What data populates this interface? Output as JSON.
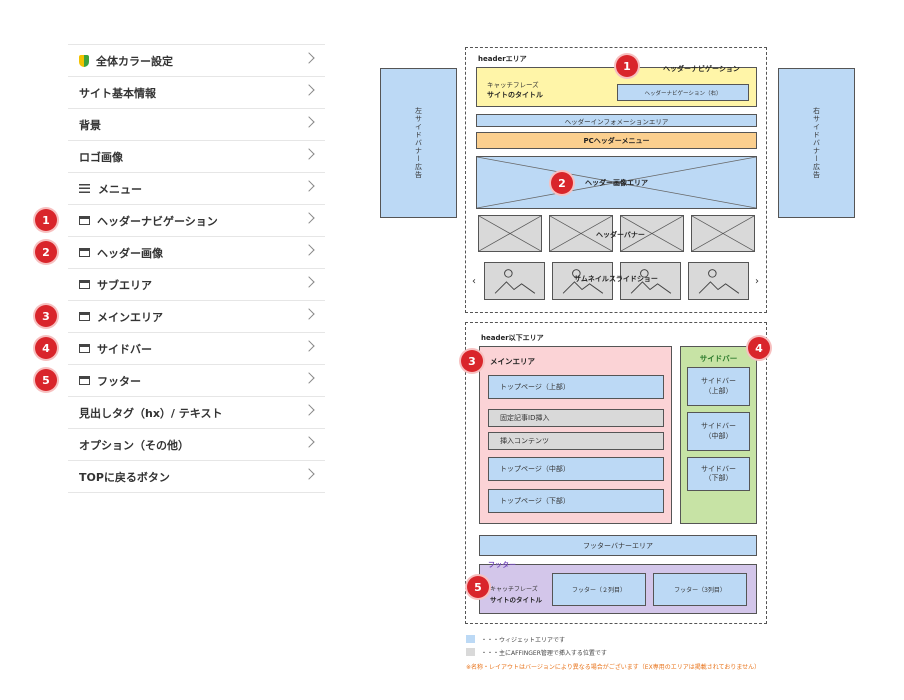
{
  "menu": {
    "items": [
      {
        "label": "全体カラー設定",
        "icon": "beginner-leaf-icon"
      },
      {
        "label": "サイト基本情報",
        "icon": ""
      },
      {
        "label": "背景",
        "icon": ""
      },
      {
        "label": "ロゴ画像",
        "icon": ""
      },
      {
        "label": "メニュー",
        "icon": "menu-lines-icon"
      },
      {
        "label": "ヘッダーナビゲーション",
        "icon": "window-icon",
        "badge": "1"
      },
      {
        "label": "ヘッダー画像",
        "icon": "window-icon",
        "badge": "2"
      },
      {
        "label": "サブエリア",
        "icon": "window-icon"
      },
      {
        "label": "メインエリア",
        "icon": "window-icon",
        "badge": "3"
      },
      {
        "label": "サイドバー",
        "icon": "window-icon",
        "badge": "4"
      },
      {
        "label": "フッター",
        "icon": "window-icon",
        "badge": "5"
      },
      {
        "label": "見出しタグ（hx）/ テキスト",
        "icon": ""
      },
      {
        "label": "オプション（その他）",
        "icon": ""
      },
      {
        "label": "TOPに戻るボタン",
        "icon": ""
      }
    ]
  },
  "diagram": {
    "header_area_title": "headerエリア",
    "header_nav_label": "ヘッダーナビゲーション",
    "catchphrase": "キャッチフレーズ",
    "site_title": "サイトのタイトル",
    "header_nav_right": "ヘッダーナビゲーション（右）",
    "header_info": "ヘッダーインフォメーションエリア",
    "pc_header_menu": "PCヘッダーメニュー",
    "header_image": "ヘッダー画像エリア",
    "header_banner": "ヘッダーバナー",
    "thumb_slideshow": "サムネイルスライドショー",
    "left_ad": "左サイドバナー広告",
    "right_ad": "右サイドバナー広告",
    "below_header_title": "header以下エリア",
    "main_area": "メインエリア",
    "main_items": [
      "トップページ（上部）",
      "固定記事ID挿入",
      "挿入コンテンツ",
      "トップページ（中部）",
      "トップページ（下部）"
    ],
    "sidebar": "サイドバー",
    "sidebar_items": [
      "サイドバー\n（上部）",
      "サイドバー\n（中部）",
      "サイドバー\n（下部）"
    ],
    "footer_banner": "フッターバナーエリア",
    "footer": "フッター",
    "footer_catch": "キャッチフレーズ",
    "footer_title": "サイトのタイトル",
    "footer_col2": "フッター（２列目）",
    "footer_col3": "フッター（3列目）",
    "legend_widget": "・・・ウィジェットエリアです",
    "legend_affinger": "・・・主にAFFINGER管理で挿入する位置です",
    "disclaimer": "※名称・レイアウトはバージョンにより異なる場合がございます（EX専用のエリアは掲載されておりません）",
    "arrow_left": "‹",
    "arrow_right": "›",
    "badges": [
      "1",
      "2",
      "3",
      "4",
      "5"
    ]
  },
  "colors": {
    "badge": "#d9252b",
    "widget_blue": "#bcd9f5",
    "header_yellow": "#fff5a8",
    "pc_menu_orange": "#fbcf8e",
    "main_pink": "#fbd3d6",
    "sidebar_green": "#c7e3a5",
    "footer_purple": "#d3c6ea",
    "disclaimer_orange": "#e8731a"
  }
}
